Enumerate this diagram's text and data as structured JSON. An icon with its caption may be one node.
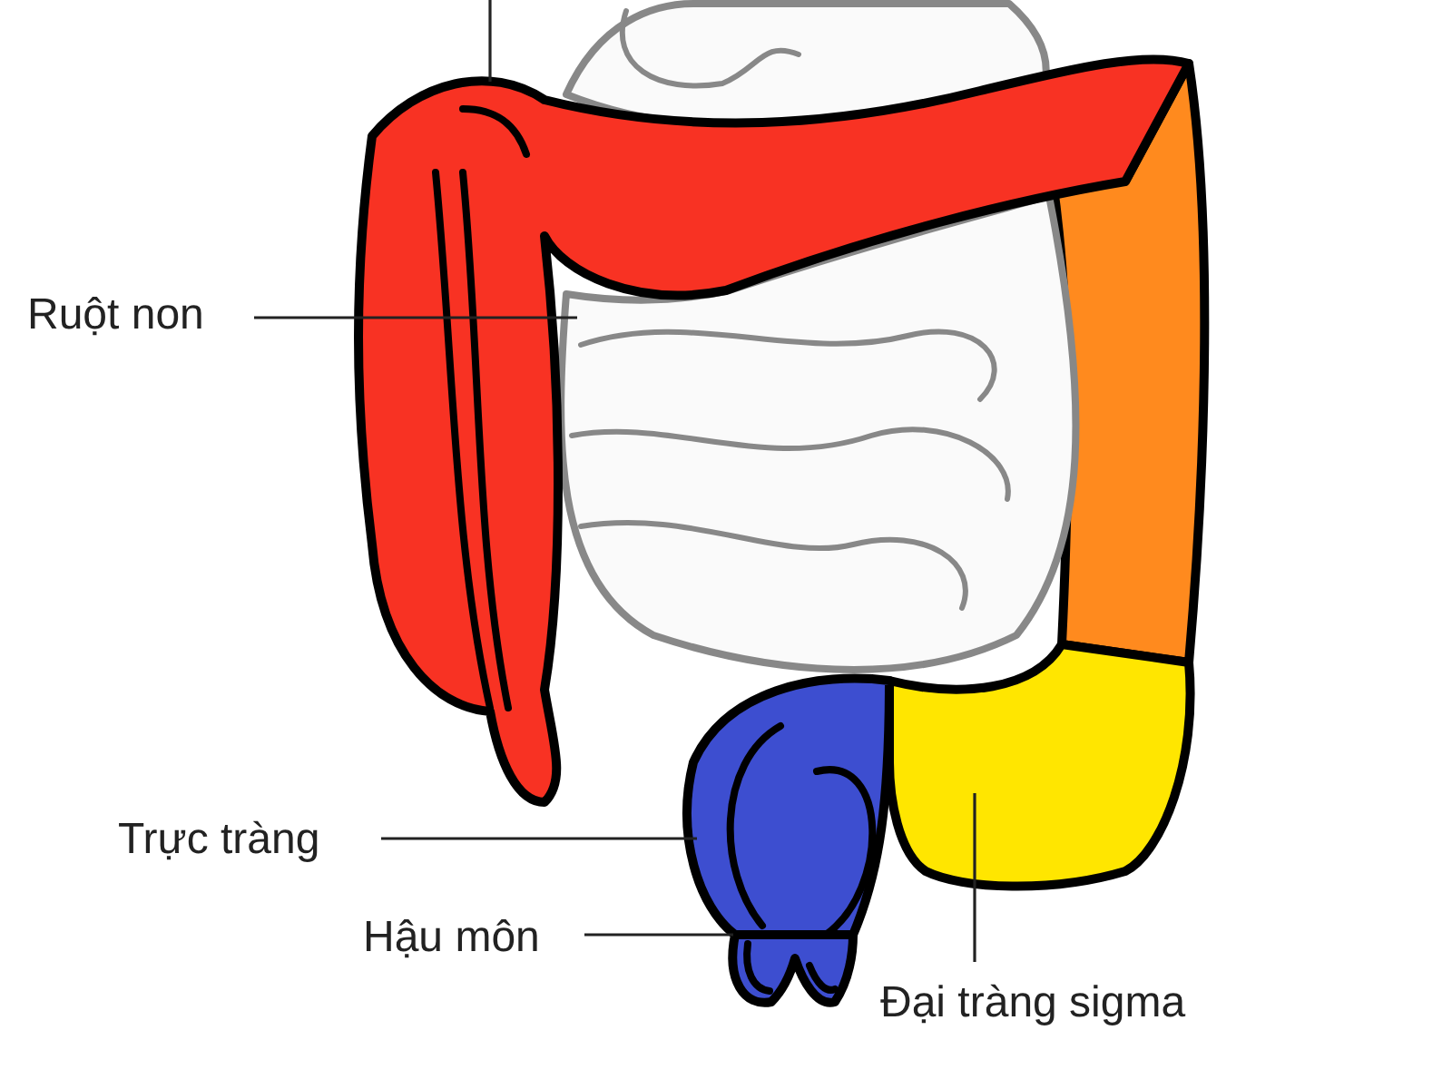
{
  "diagram": {
    "nodes": [
      {
        "text": [
          "Ruột non"
        ]
      },
      {
        "text": [],
        "shape": "picture"
      },
      {
        "text": [
          "Trực tràng"
        ]
      },
      {
        "text": [],
        "shape": "picture"
      },
      {
        "text": [
          "Hậu môn"
        ]
      },
      {
        "text": [],
        "shape": "picture"
      },
      {
        "text": [
          "Đại tràng sigma"
        ]
      },
      {
        "text": [],
        "shape": "picture"
      },
      {
        "text": [],
        "shape": "picture"
      }
    ],
    "edges": [
      {
        "from": null,
        "to": 8,
        "arrow": "none"
      },
      {
        "from": 0,
        "to": 1,
        "arrow": "none"
      },
      {
        "from": 2,
        "to": 3,
        "arrow": "none"
      },
      {
        "from": 4,
        "to": 5,
        "arrow": "none"
      },
      {
        "from": 6,
        "to": 7,
        "arrow": "none"
      }
    ]
  }
}
